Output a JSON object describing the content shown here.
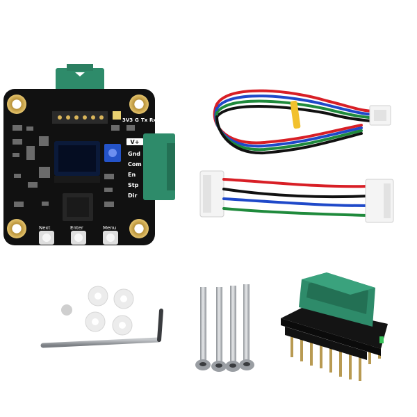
{
  "product_kit": {
    "driver_board": {
      "pin_labels": [
        "V+",
        "Gnd",
        "Com",
        "En",
        "Stp",
        "Dir"
      ],
      "top_labels": [
        "3V3",
        "G",
        "Tx",
        "Rx"
      ],
      "button_labels": [
        "Next",
        "Enter",
        "Menu"
      ]
    },
    "colors": {
      "pcb": "#111111",
      "connector": "#2e8b6a",
      "mount_hole": "#d9b55a",
      "oled": "#0b1a3a",
      "potentiometer": "#2453c8",
      "wire_red": "#d81f26",
      "wire_blue": "#1f49c9",
      "wire_green": "#1f8a3c",
      "wire_black": "#111111",
      "wire_yellow": "#f2c12e",
      "housing": "#f4f4f4",
      "washer": "#ececec",
      "screw": "#c9ccd0",
      "hex_key": "#9a9ea3"
    },
    "components": [
      "driver-board",
      "short-cable-loop",
      "cable-straight",
      "washers",
      "hex-key",
      "screws",
      "adapter-board"
    ]
  }
}
